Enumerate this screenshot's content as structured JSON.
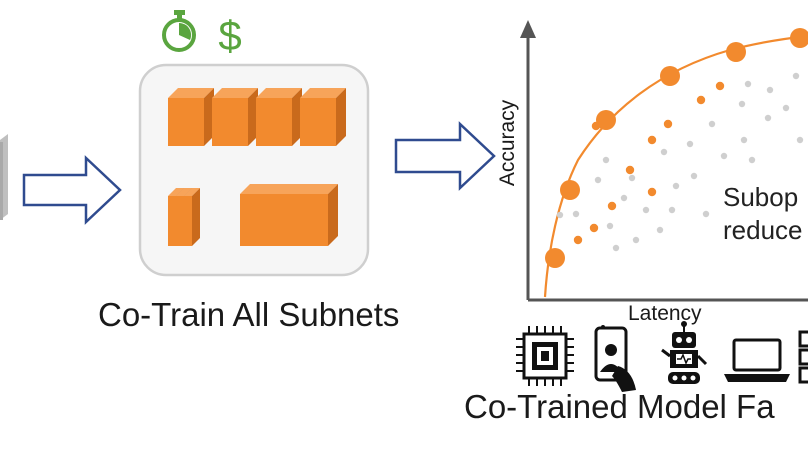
{
  "left_panel": {
    "caption": "Co-Train All Subnets",
    "badges": [
      "stopwatch-icon",
      "dollar-icon"
    ],
    "badge_color": "#5aa53f",
    "block_color": "#f28a2e"
  },
  "right_panel": {
    "axis_x_label": "Latency",
    "axis_y_label": "Accuracy",
    "annotation_line1": "Subop",
    "annotation_line2": "reduce",
    "curve_color": "#f28a2e",
    "dot_colors": {
      "pareto": "#f28a2e",
      "suboptimal": "#cfcfcf"
    },
    "device_icons": [
      "chip-icon",
      "smartphone-icon",
      "robot-icon",
      "laptop-icon",
      "server-icon"
    ],
    "caption": "Co-Trained Model Fa"
  },
  "arrow_color": "#2f4b8f"
}
